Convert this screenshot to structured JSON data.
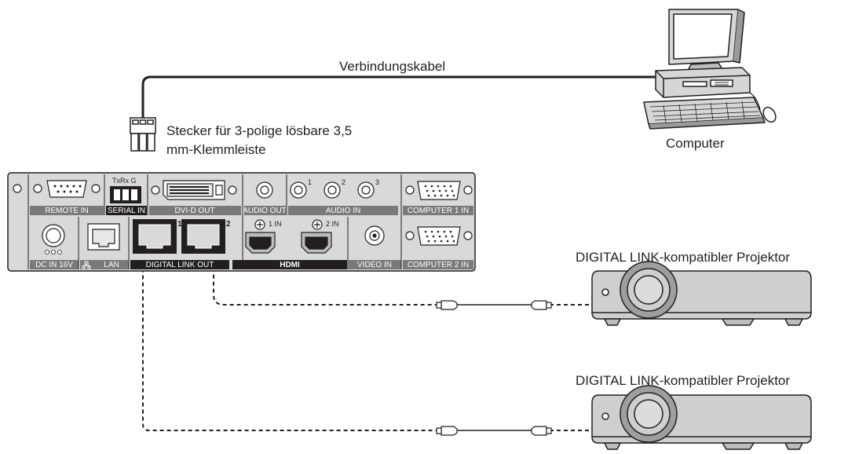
{
  "labels": {
    "cable": "Verbindungskabel",
    "connector_line1": "Stecker für 3-polige lösbare 3,5",
    "connector_line2": "mm-Klemmleiste",
    "computer": "Computer",
    "projector_1": "DIGITAL LINK-kompatibler Projektor",
    "projector_2": "DIGITAL LINK-kompatibler Projektor"
  },
  "terminal_pins": "TxRx G",
  "panel_ports": {
    "remote_in": "REMOTE IN",
    "serial_in": "SERIAL IN",
    "dvid_out": "DVI-D OUT",
    "audio_out": "AUDIO OUT",
    "audio_in": "AUDIO IN",
    "computer1_in": "COMPUTER 1 IN",
    "dc_in": "DC IN 16V",
    "lan": "LAN",
    "digital_link_out": "DIGITAL LINK OUT",
    "hdmi": "HDMI",
    "video_in": "VIDEO IN",
    "computer2_in": "COMPUTER 2 IN",
    "hdmi1": "1 IN",
    "hdmi2": "2 IN",
    "dl_port1": "1",
    "dl_port2": "2",
    "audio_1": "1",
    "audio_2": "2",
    "audio_3": "3"
  },
  "colors": {
    "panel": "#d9d9d9",
    "label_bar": "#7a7a7a",
    "dark_bar": "#231f20",
    "line": "#231f20"
  }
}
